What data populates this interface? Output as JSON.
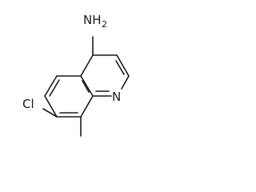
{
  "molecule": {
    "amine_label": "NH",
    "amine_subscript": "2",
    "ring_nitrogen_label": "N",
    "chlorine_label": "Cl"
  }
}
